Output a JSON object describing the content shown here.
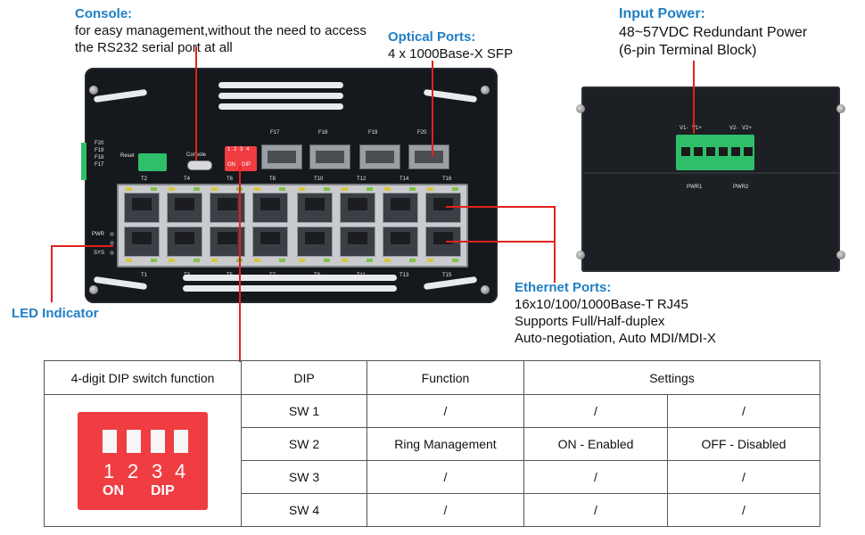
{
  "callouts": {
    "console": {
      "title": "Console:",
      "lines": [
        "for easy management,without the need to access",
        "the RS232 serial port at all"
      ]
    },
    "optical": {
      "title": "Optical Ports:",
      "lines": [
        "4 x 1000Base-X SFP"
      ]
    },
    "input_power": {
      "title": "Input Power:",
      "lines": [
        "48~57VDC Redundant Power",
        "(6-pin Terminal Block)"
      ]
    },
    "ethernet": {
      "title": "Ethernet Ports:",
      "lines": [
        "16x10/100/1000Base-T RJ45",
        "Supports Full/Half-duplex",
        "Auto-negotiation, Auto MDI/MDI-X"
      ]
    },
    "led": {
      "title": "LED Indicator"
    }
  },
  "device_labels": {
    "sfp_leds": [
      "F20",
      "F19",
      "F18",
      "F17"
    ],
    "reset": "Reset",
    "console": "Console",
    "top_ports": [
      "T2",
      "T4",
      "T6",
      "T8",
      "T10",
      "T12",
      "T14",
      "T16"
    ],
    "bottom_ports": [
      "T1",
      "T3",
      "T5",
      "T7",
      "T9",
      "T11",
      "T13",
      "T15"
    ],
    "sfp_ports": [
      "F17",
      "F18",
      "F19",
      "F20"
    ],
    "status_leds": [
      "PWR",
      "SYS"
    ],
    "dip_small": {
      "numbers": "1 2 3 4",
      "on": "ON",
      "dip": "DIP"
    },
    "terminal_top": [
      "V1-",
      "V1+",
      "V2-",
      "V2+"
    ],
    "terminal_bottom": [
      "PWR1",
      "PWR2"
    ]
  },
  "table": {
    "header": {
      "function_title": "4-digit DIP switch function",
      "dip": "DIP",
      "function": "Function",
      "settings": "Settings"
    },
    "image": {
      "numbers": [
        "1",
        "2",
        "3",
        "4"
      ],
      "on": "ON",
      "dip": "DIP"
    },
    "rows": [
      {
        "dip": "SW 1",
        "function": "/",
        "setting_a": "/",
        "setting_b": "/"
      },
      {
        "dip": "SW 2",
        "function": "Ring Management",
        "setting_a": "ON - Enabled",
        "setting_b": "OFF - Disabled"
      },
      {
        "dip": "SW 3",
        "function": "/",
        "setting_a": "/",
        "setting_b": "/"
      },
      {
        "dip": "SW 4",
        "function": "/",
        "setting_a": "/",
        "setting_b": "/"
      }
    ]
  },
  "colors": {
    "accent": "#1f7fc4",
    "line": "#e1211c",
    "terminal": "#2fbf6a",
    "dip": "#ef3d42"
  }
}
